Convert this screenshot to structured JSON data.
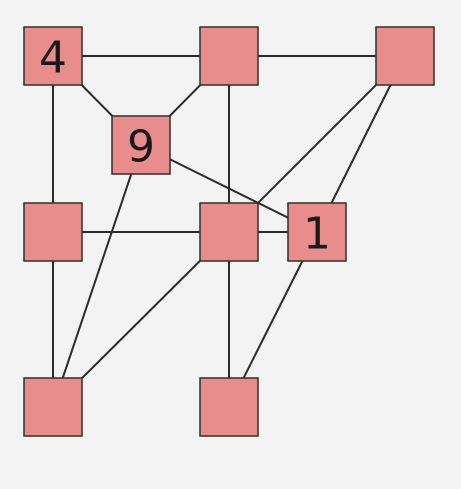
{
  "puzzle": {
    "nodes": [
      {
        "id": "r0c0",
        "row": 0,
        "col": 0,
        "label": "4"
      },
      {
        "id": "r0c1",
        "row": 0,
        "col": 1,
        "label": ""
      },
      {
        "id": "r0c2",
        "row": 0,
        "col": 2,
        "label": ""
      },
      {
        "id": "r1m",
        "row": 1,
        "col": 0.5,
        "label": "9"
      },
      {
        "id": "r2c0",
        "row": 2,
        "col": 0,
        "label": ""
      },
      {
        "id": "r2c1",
        "row": 2,
        "col": 1,
        "label": ""
      },
      {
        "id": "r2c2",
        "row": 2,
        "col": 1.5,
        "label": "1"
      },
      {
        "id": "r3c0",
        "row": 3,
        "col": 0,
        "label": ""
      },
      {
        "id": "r3c1",
        "row": 3,
        "col": 1,
        "label": ""
      }
    ],
    "edges": [
      [
        "r0c0",
        "r0c1"
      ],
      [
        "r0c1",
        "r0c2"
      ],
      [
        "r0c0",
        "r2c0"
      ],
      [
        "r0c0",
        "r1m"
      ],
      [
        "r1m",
        "r2c2"
      ],
      [
        "r0c1",
        "r2c1"
      ],
      [
        "r0c1",
        "r1m"
      ],
      [
        "r1m",
        "r3c0"
      ],
      [
        "r0c2",
        "r2c1"
      ],
      [
        "r0c2",
        "r2c2"
      ],
      [
        "r2c0",
        "r2c1"
      ],
      [
        "r2c1",
        "r2c2"
      ],
      [
        "r2c0",
        "r3c0"
      ],
      [
        "r2c1",
        "r3c0"
      ],
      [
        "r2c1",
        "r3c1"
      ],
      [
        "r2c2",
        "r3c1"
      ]
    ]
  }
}
